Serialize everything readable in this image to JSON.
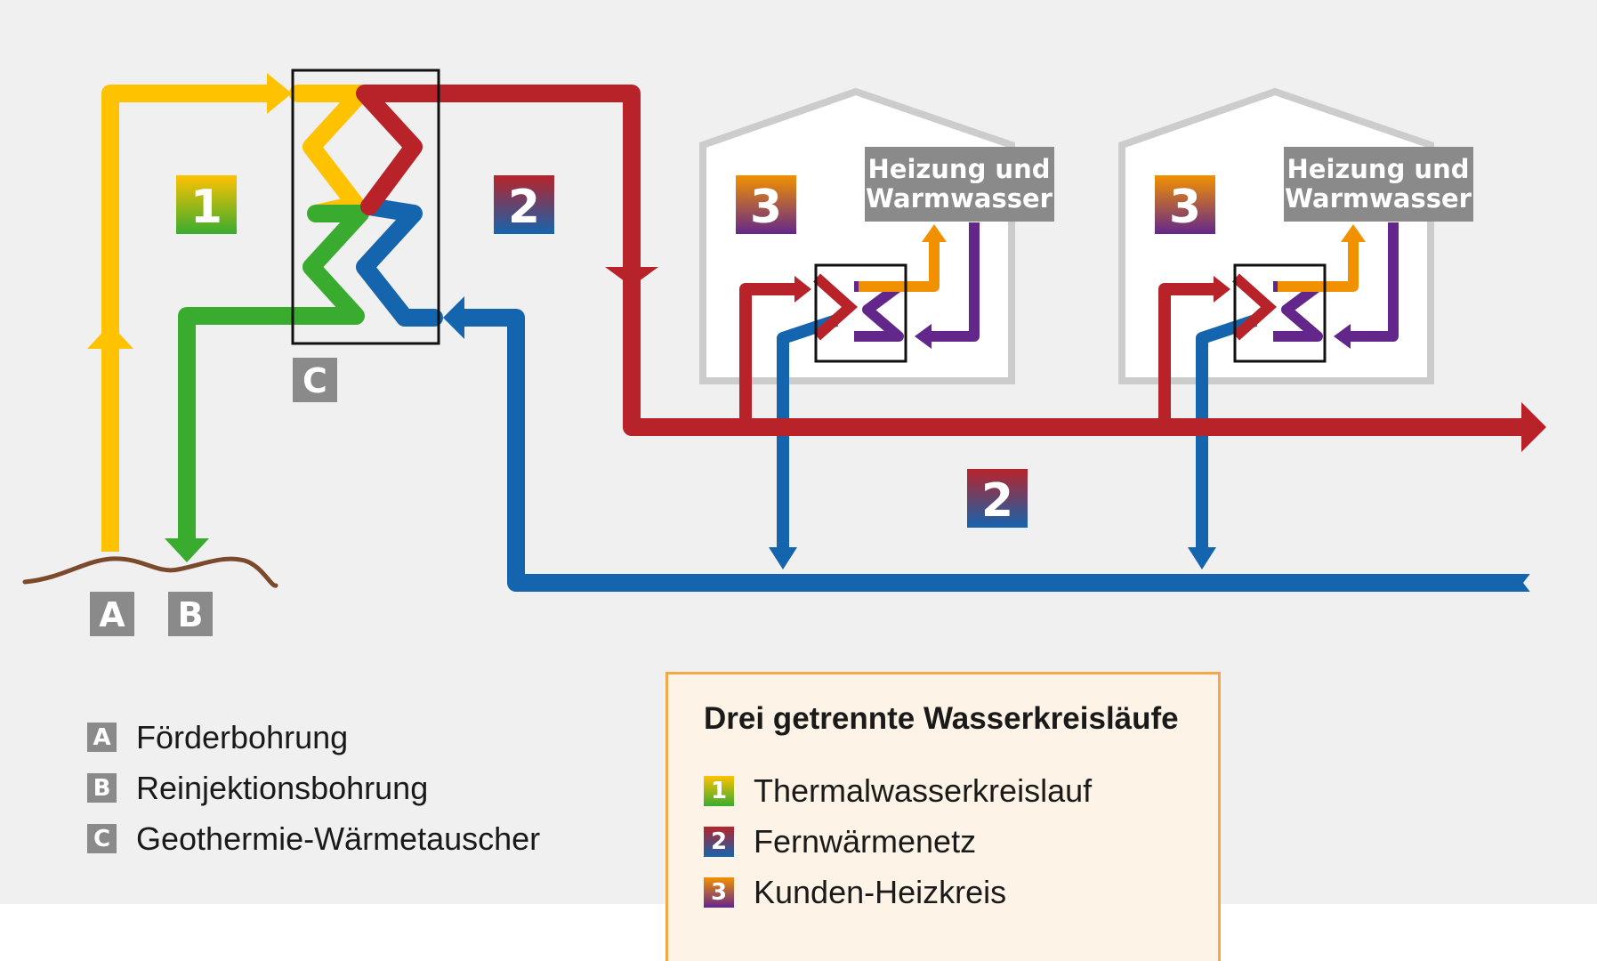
{
  "labels": {
    "a": "A",
    "b": "B",
    "c": "C",
    "one": "1",
    "two": "2",
    "three": "3",
    "heating_line1": "Heizung und",
    "heating_line2": "Warmwasser"
  },
  "legend_letters": [
    {
      "key": "A",
      "label": "Förderbohrung"
    },
    {
      "key": "B",
      "label": "Reinjektionsbohrung"
    },
    {
      "key": "C",
      "label": "Geothermie-Wärmetauscher"
    }
  ],
  "circuits": {
    "title": "Drei getrennte Wasserkreisläufe",
    "items": [
      {
        "key": "1",
        "label": "Thermalwasserkreislauf"
      },
      {
        "key": "2",
        "label": "Fernwärmenetz"
      },
      {
        "key": "3",
        "label": "Kunden-Heizkreis"
      }
    ]
  },
  "colors": {
    "thermal_hot": "#ffc200",
    "thermal_cold": "#39ac2f",
    "district_hot": "#b8232a",
    "district_cold": "#1464ae",
    "customer_hot": "#f29100",
    "customer_cold": "#63278b",
    "label_box": "#8a8a8a",
    "ground": "#7b4a2c",
    "house": "#cccccc"
  }
}
